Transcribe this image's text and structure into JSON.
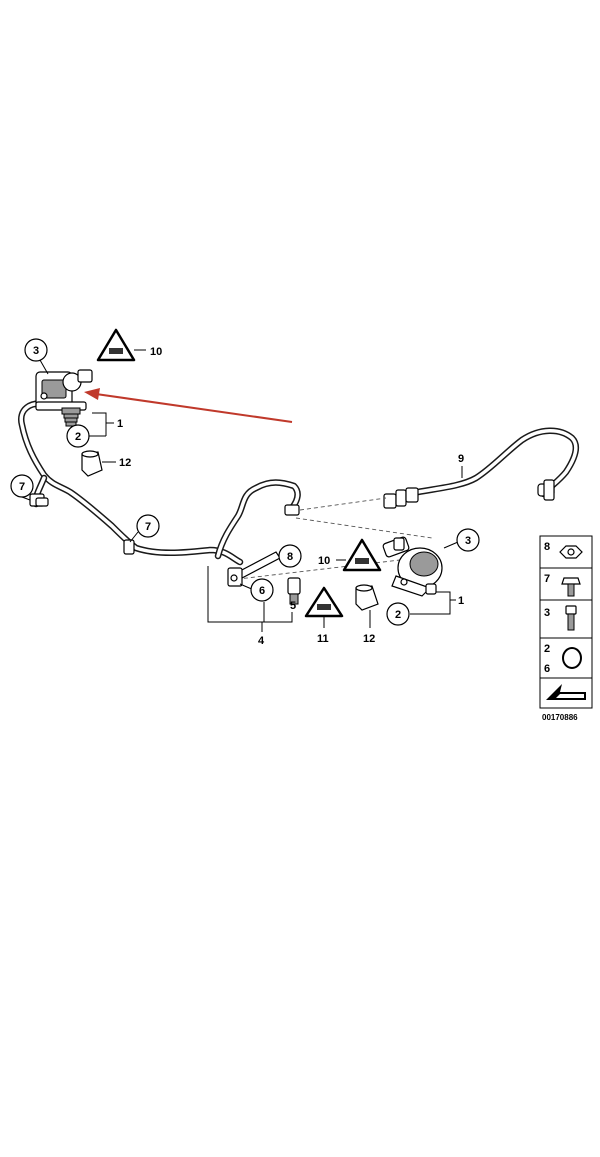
{
  "callouts": {
    "c1_top": "1",
    "c2_top": "2",
    "c3_top": "3",
    "c10_top": "10",
    "c12_top": "12",
    "c7_left": "7",
    "c7_mid": "7",
    "c9": "9",
    "c8": "8",
    "c6": "6",
    "c5": "5",
    "c4": "4",
    "c11": "11",
    "c10_mid": "10",
    "c12_mid": "12",
    "c3_right": "3",
    "c2_right": "2",
    "c1_right": "1"
  },
  "legend": {
    "items": [
      "8",
      "7",
      "3",
      "2",
      "6"
    ]
  },
  "diagram_id": "00170886",
  "arrow_color": "#c0392b"
}
